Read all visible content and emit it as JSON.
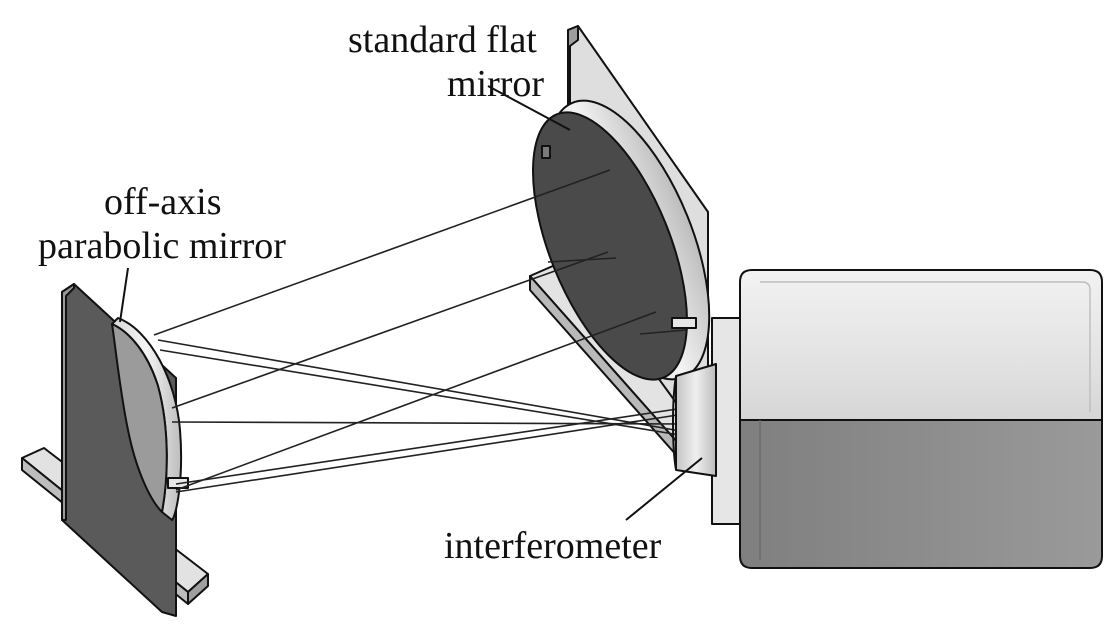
{
  "labels": {
    "flat_mirror_line1": "standard flat",
    "flat_mirror_line2": "mirror",
    "oap_line1": "off-axis",
    "oap_line2": "parabolic mirror",
    "interferometer": "interferometer"
  },
  "colors": {
    "background": "#ffffff",
    "outline": "#111111",
    "mirror_face": "#4a4a4a",
    "metal_light": "#e6e6e6",
    "metal_mid": "#c9c9c9",
    "metal_dark": "#8a8a8a",
    "ray": "#222222"
  }
}
